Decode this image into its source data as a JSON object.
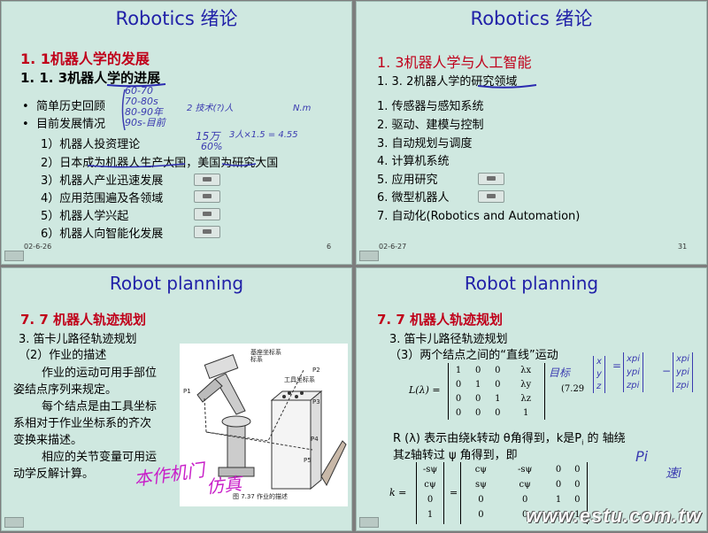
{
  "slide1": {
    "title": "Robotics 绪论",
    "heading": "1. 1机器人学的发展",
    "subheading": "1. 1. 3机器人学的进展",
    "bullets": [
      "简单历史回顾",
      "目前发展情况"
    ],
    "items": [
      "1）机器人投资理论",
      "2）日本成为机器人生产大国，美国为研究大国",
      "3）机器人产业迅速发展",
      "4）应用范围遍及各领域",
      "5）机器人学兴起",
      "6）机器人向智能化发展"
    ],
    "handwriting": [
      "60-70",
      "70-80s",
      "80-90年",
      "90s-目前",
      "2 技术(?)人",
      "N.m",
      "15万",
      "60%",
      "3人×1.5 = 4.55"
    ],
    "date": "02-6-26",
    "page": "6"
  },
  "slide2": {
    "title": "Robotics 绪论",
    "heading": "1. 3机器人学与人工智能",
    "subheading": "1. 3. 2机器人学的研究领域",
    "items": [
      "1.  传感器与感知系统",
      "2.  驱动、建模与控制",
      "3.  自动规划与调度",
      "4.  计算机系统",
      "5.  应用研究",
      "6.  微型机器人",
      "7.  自动化(Robotics and Automation)"
    ],
    "date": "02-6-27",
    "page": "31"
  },
  "slide3": {
    "title": "Robot planning",
    "heading": "7. 7  机器人轨迹规划",
    "subheading": "3. 笛卡儿路径轨迹规划",
    "section": "（2）作业的描述",
    "para1": [
      "作业的运动可用手部位",
      "姿结点序列来规定。"
    ],
    "para2": [
      "每个结点是由工具坐标",
      "系相对于作业坐标系的齐次",
      "变换来描述。"
    ],
    "para3": [
      "相应的关节变量可用运",
      "动学反解计算。"
    ],
    "figure_caption": "图 7.37  作业的描述",
    "figure_labels": [
      "基座坐标系",
      "标系",
      "工具坐标系",
      "P1",
      "P2",
      "P3",
      "P4",
      "P5"
    ],
    "handwriting": [
      "本作机门",
      "仿真"
    ]
  },
  "slide4": {
    "title": "Robot planning",
    "heading": "7. 7  机器人轨迹规划",
    "subheading": "3. 笛卡儿路径轨迹规划",
    "section": "（3）两个结点之间的“直线”运动",
    "eq_label": "L(λ) =",
    "eq_number": "(7.29",
    "matrix_L": [
      [
        "1",
        "0",
        "0",
        "λx"
      ],
      [
        "0",
        "1",
        "0",
        "λy"
      ],
      [
        "0",
        "0",
        "1",
        "λz"
      ],
      [
        "0",
        "0",
        "0",
        "1"
      ]
    ],
    "text1": "R   (λ) 表示由绕k转动 θ角得到，k是P",
    "text1b": "的  轴绕",
    "text2": "其z轴转过 ψ 角得到，即",
    "k_label": "k =",
    "matrix_k1": [
      "-sψ",
      "cψ",
      "0",
      "1"
    ],
    "matrix_R": [
      [
        "cψ",
        "-sψ",
        "0",
        "0"
      ],
      [
        "sψ",
        "cψ",
        "0",
        "0"
      ],
      [
        "0",
        "0",
        "1",
        "0"
      ],
      [
        "0",
        "0",
        "0",
        "1"
      ]
    ],
    "handwriting": [
      "目标",
      "x",
      "y",
      "z",
      "xpi",
      "ypi",
      "zpi",
      "xpi",
      "ypi",
      "zpi",
      "Pi",
      "速i"
    ]
  },
  "watermark": "www.estu.com.tw"
}
